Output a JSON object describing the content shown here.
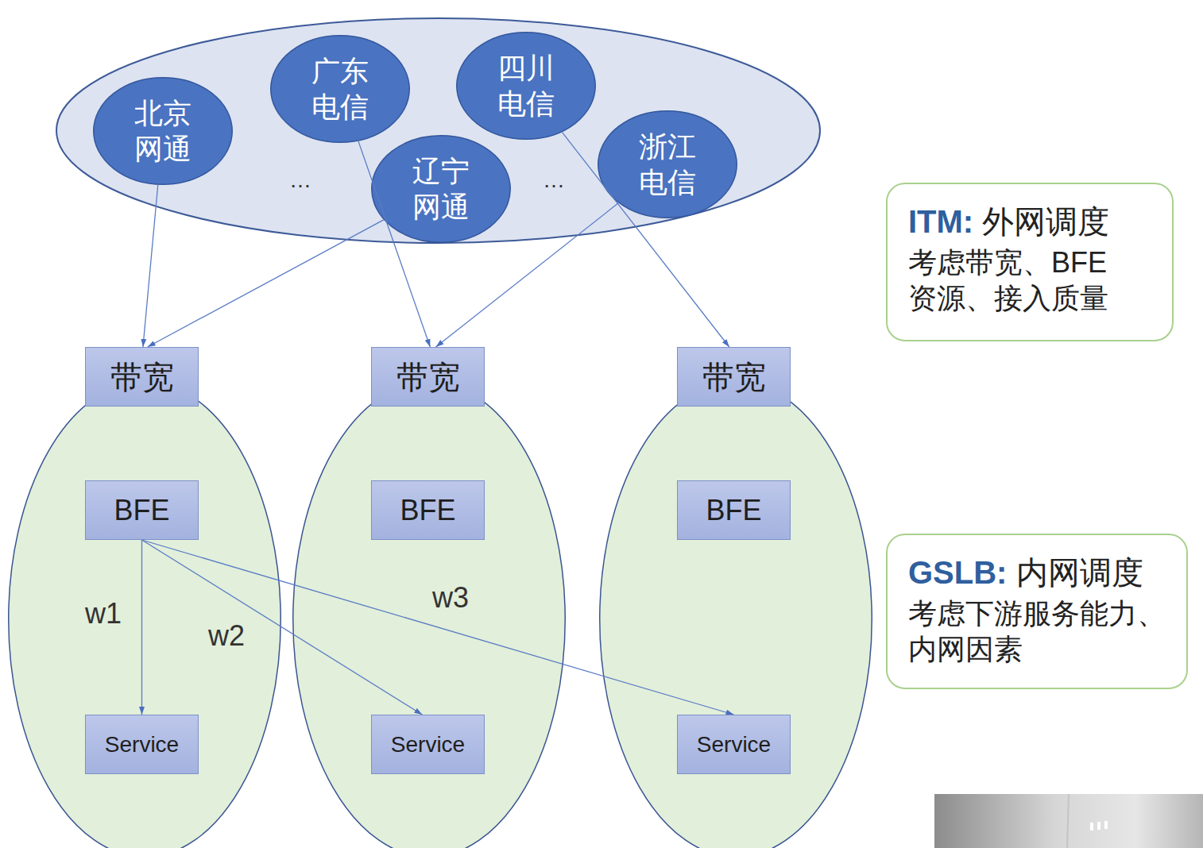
{
  "diagram": {
    "nodes": [
      {
        "text": [
          "…",
          "…"
        ]
      },
      {
        "text": [
          "北京 网通"
        ],
        "in": 0
      },
      {
        "text": [
          "广东 电信"
        ],
        "in": 0
      },
      {
        "text": [
          "辽宁 网通"
        ],
        "in": 0
      },
      {
        "text": [
          "四川 电信"
        ],
        "in": 0
      },
      {
        "text": [
          "浙江 电信"
        ],
        "in": 0
      },
      {
        "text": []
      },
      {
        "text": [
          "带宽"
        ],
        "in": 6
      },
      {
        "text": [
          "BFE"
        ],
        "in": 6
      },
      {
        "text": [
          "Service"
        ],
        "in": 6
      },
      {
        "text": []
      },
      {
        "text": [
          "带宽"
        ],
        "in": 10
      },
      {
        "text": [
          "BFE"
        ],
        "in": 10
      },
      {
        "text": [
          "Service"
        ],
        "in": 10
      },
      {
        "text": []
      },
      {
        "text": [
          "带宽"
        ],
        "in": 14
      },
      {
        "text": [
          "BFE"
        ],
        "in": 14
      },
      {
        "text": [
          "Service"
        ],
        "in": 14
      },
      {
        "text": [
          "ITM:",
          "外网调度",
          "考虑带宽、BFE 资源、接入质量"
        ]
      },
      {
        "text": [
          "GSLB:",
          "内网调度",
          "考虑下游服务能力、 内网因素"
        ]
      }
    ],
    "edges": [
      {
        "from": 1,
        "to": 7,
        "arrow": "to"
      },
      {
        "from": 3,
        "to": 7,
        "arrow": "to"
      },
      {
        "from": 2,
        "to": 11,
        "arrow": "to"
      },
      {
        "from": 5,
        "to": 11,
        "arrow": "to"
      },
      {
        "from": 4,
        "to": 15,
        "arrow": "to"
      },
      {
        "from": 8,
        "to": 9,
        "arrow": "to",
        "label": "w1"
      },
      {
        "from": 8,
        "to": 13,
        "arrow": "to",
        "label": "w2"
      },
      {
        "from": 8,
        "to": 17,
        "arrow": "to",
        "label": "w3"
      }
    ]
  }
}
